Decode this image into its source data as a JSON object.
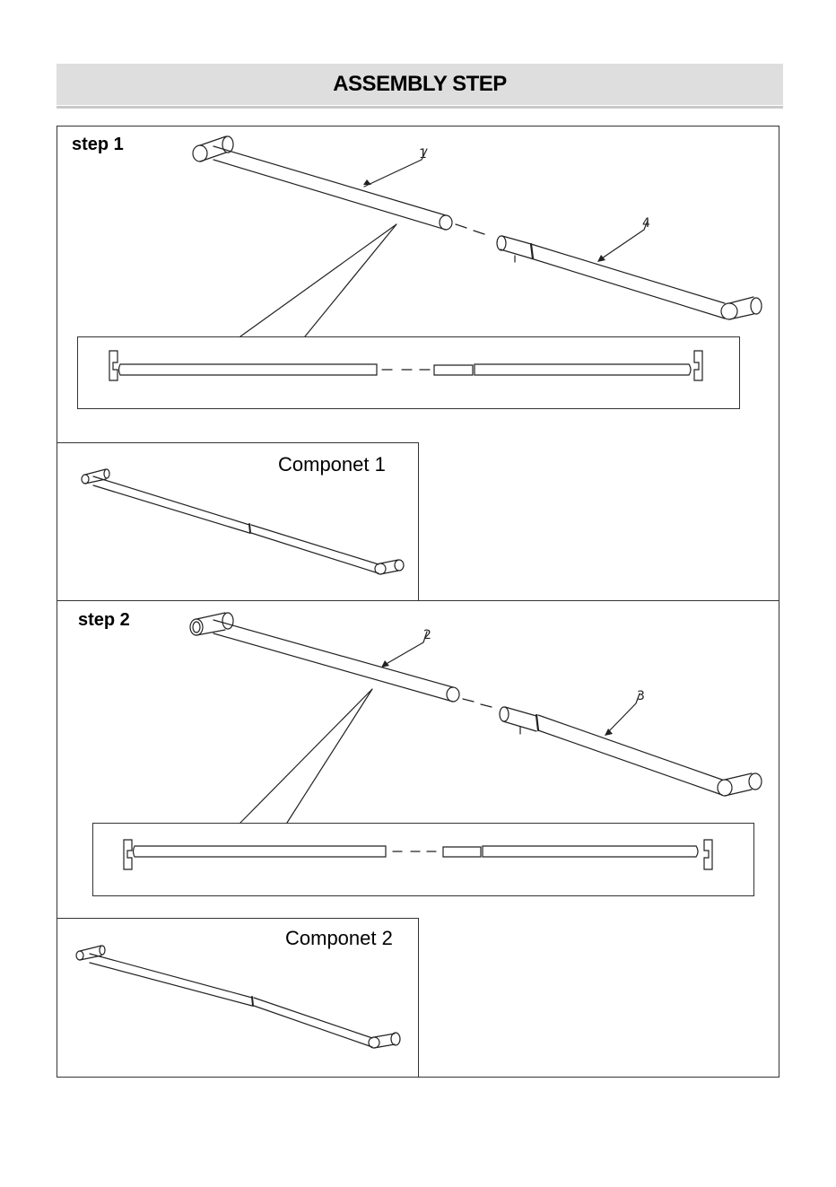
{
  "header": {
    "title": "ASSEMBLY STEP"
  },
  "step1": {
    "label": "step 1",
    "callouts": [
      "1",
      "4"
    ]
  },
  "componet1": {
    "label": "Componet 1"
  },
  "step2": {
    "label": "step 2",
    "callouts": [
      "2",
      "3"
    ]
  },
  "componet2": {
    "label": "Componet 2"
  }
}
